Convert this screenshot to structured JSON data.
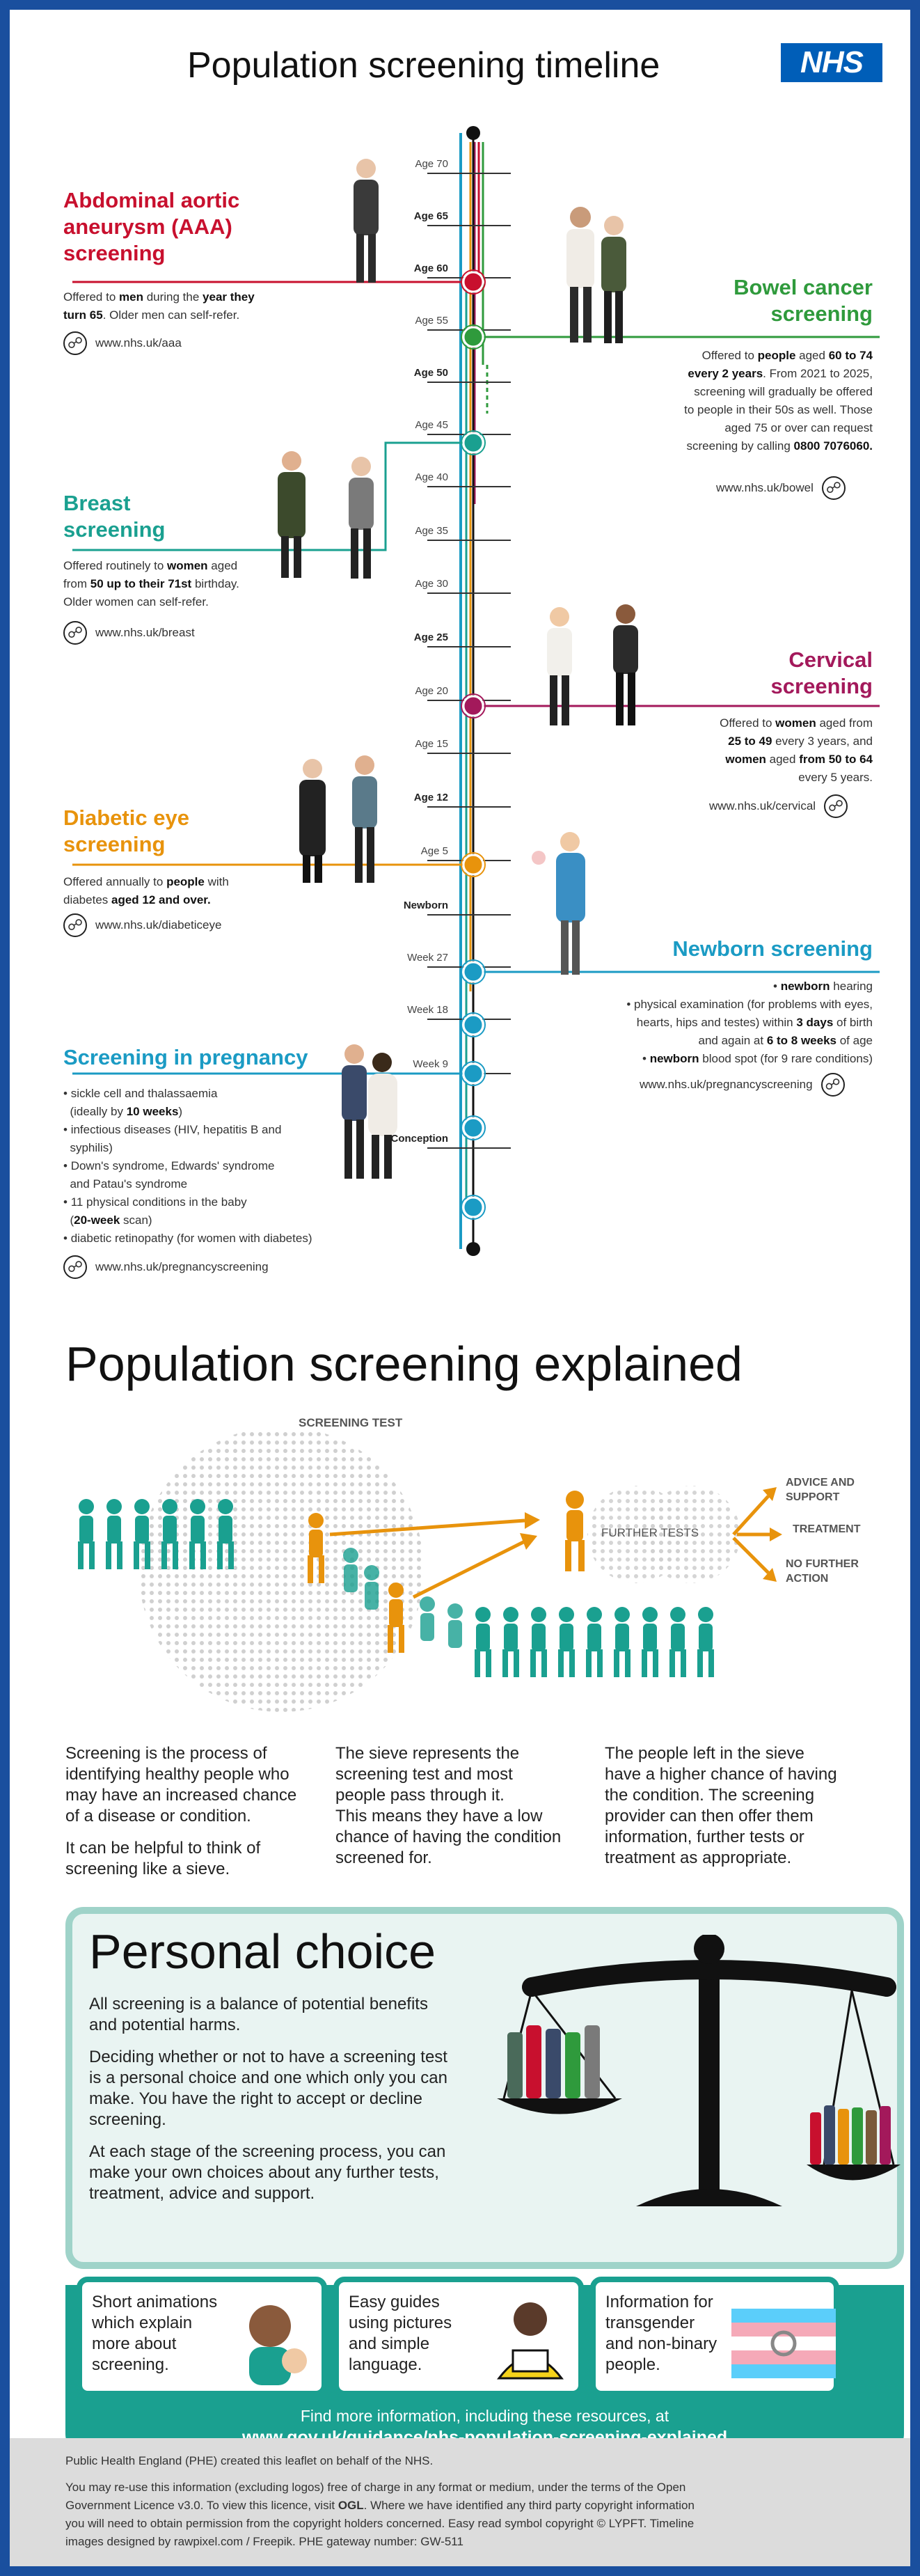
{
  "header": {
    "title": "Population screening timeline",
    "logo": "NHS"
  },
  "timeline": {
    "ages": [
      {
        "label": "Age 70",
        "bold": false
      },
      {
        "label": "Age 65",
        "bold": true
      },
      {
        "label": "Age 60",
        "bold": true
      },
      {
        "label": "Age 55",
        "bold": false
      },
      {
        "label": "Age 50",
        "bold": true
      },
      {
        "label": "Age 45",
        "bold": false
      },
      {
        "label": "Age 40",
        "bold": false
      },
      {
        "label": "Age 35",
        "bold": false
      },
      {
        "label": "Age 30",
        "bold": false
      },
      {
        "label": "Age 25",
        "bold": true
      },
      {
        "label": "Age 20",
        "bold": false
      },
      {
        "label": "Age 15",
        "bold": false
      },
      {
        "label": "Age 12",
        "bold": true
      },
      {
        "label": "Age 5",
        "bold": false
      },
      {
        "label": "Newborn",
        "bold": true
      },
      {
        "label": "Week 27",
        "bold": false
      },
      {
        "label": "Week 18",
        "bold": false
      },
      {
        "label": "Week 9",
        "bold": false
      },
      {
        "label": "Conception",
        "bold": true
      }
    ]
  },
  "aaa": {
    "title1": "Abdominal aortic",
    "title2": "aneurysm (AAA)",
    "title3": "screening",
    "t1": "Offered to ",
    "b1": "men",
    "t2": " during the ",
    "b2": "year they",
    "b3": "turn 65",
    "t3": ". Older men can self-refer.",
    "web": "www.nhs.uk/aaa",
    "color": "#c8102e"
  },
  "bowel": {
    "title1": "Bowel cancer",
    "title2": "screening",
    "t1": "Offered to ",
    "b1": "people",
    "t2": " aged ",
    "b2": "60 to 74",
    "b3": "every 2 years",
    "t3": ". From 2021 to 2025,",
    "l3": "screening will gradually be offered",
    "l4": "to people in their 50s as well. Those",
    "l5": "aged 75 or over can request",
    "l6a": "screening by calling ",
    "b4": "0800 7076060.",
    "web": "www.nhs.uk/bowel",
    "color": "#2f9a3c"
  },
  "breast": {
    "title1": "Breast",
    "title2": "screening",
    "t1": "Offered routinely to ",
    "b1": "women",
    "t2": " aged",
    "t3": "from ",
    "b2": "50 up to their 71st",
    "t4": " birthday.",
    "t5": "Older women can self-refer.",
    "web": "www.nhs.uk/breast",
    "color": "#1aa090"
  },
  "cervical": {
    "title1": "Cervical",
    "title2": "screening",
    "t1": "Offered to ",
    "b1": "women",
    "t2": " aged from",
    "b2": "25 to 49",
    "t3": " every 3 years, and",
    "b3": "women",
    "t4": " aged ",
    "b4": "from 50 to 64",
    "t5": "every 5 years.",
    "web": "www.nhs.uk/cervical",
    "color": "#a3195b"
  },
  "diabetic": {
    "title1": "Diabetic eye",
    "title2": "screening",
    "t1": "Offered annually to ",
    "b1": "people",
    "t2": " with",
    "t3": "diabetes ",
    "b2": "aged 12 and over.",
    "web": "www.nhs.uk/diabeticeye",
    "color": "#e8930c"
  },
  "newborn": {
    "title": "Newborn screening",
    "items": [
      [
        "",
        "newborn",
        " hearing"
      ],
      [
        "physical examination (for problems with eyes,",
        "",
        ""
      ],
      [
        "hearts, hips and testes) within ",
        "3 days",
        " of birth"
      ],
      [
        "and again at ",
        "6 to 8 weeks",
        " of age"
      ],
      [
        "",
        "newborn",
        " blood spot (for 9 rare conditions)"
      ]
    ],
    "web": "www.nhs.uk/pregnancyscreening",
    "color": "#1b9bc4"
  },
  "pregnancy": {
    "title": "Screening in pregnancy",
    "l1": "sickle cell and thalassaemia",
    "l2a": "(ideally by ",
    "l2b": "10 weeks",
    "l2c": ")",
    "l3": "infectious diseases (HIV, hepatitis B and",
    "l4": "syphilis)",
    "l5": "Down's syndrome, Edwards' syndrome",
    "l6": "and Patau's syndrome",
    "l7": "11 physical conditions in the baby",
    "l8a": "(",
    "l8b": "20-week",
    "l8c": " scan)",
    "l9": "diabetic retinopathy (for women with diabetes)",
    "web": "www.nhs.uk/pregnancyscreening",
    "color": "#1b9bc4"
  },
  "explained": {
    "title": "Population screening explained",
    "screening_test": "SCREENING TEST",
    "further_tests": "FURTHER TESTS",
    "out1a": "ADVICE AND",
    "out1b": "SUPPORT",
    "out2": "TREATMENT",
    "out3a": "NO FURTHER",
    "out3b": "ACTION",
    "p1": [
      "Screening is the process of",
      "identifying healthy people who",
      "may have an increased chance",
      "of a disease or condition."
    ],
    "p1b": [
      "It can be helpful to think of",
      "screening like a sieve."
    ],
    "p2": [
      "The sieve represents the",
      "screening test and most",
      "people pass through it.",
      "This means they have a low",
      "chance of having the condition",
      "screened for."
    ],
    "p3": [
      "The people left in the sieve",
      "have a higher chance of having",
      "the condition. The screening",
      "provider can then offer them",
      "information, further tests or",
      "treatment as appropriate."
    ]
  },
  "choice": {
    "title": "Personal choice",
    "p1": [
      "All screening is a balance of potential benefits",
      "and potential harms."
    ],
    "p2": [
      "Deciding whether or not to have a screening test",
      "is a personal choice and one which only you can",
      "make. You have the right to accept or decline",
      "screening."
    ],
    "p3": [
      "At each stage of the screening process, you can",
      "make your own choices about any further tests,",
      "treatment, advice and support."
    ]
  },
  "resources": {
    "card1": [
      "Short animations",
      "which explain",
      "more about",
      "screening."
    ],
    "card2": [
      "Easy guides",
      "using pictures",
      "and simple",
      "language."
    ],
    "card3": [
      "Information for",
      "transgender",
      "and non-binary",
      "people."
    ],
    "more": "Find more information, including these resources, at",
    "url": "www.gov.uk/guidance/nhs-population-screening-explained"
  },
  "footer": {
    "l1": "Public Health England (PHE) created this leaflet on behalf of the NHS.",
    "l2": "You may re-use this information (excluding logos) free of charge in any format or medium, under the terms of the Open",
    "l3a": "Government Licence v3.0. To view this licence, visit ",
    "l3b": "OGL",
    "l3c": ". Where we have identified any third party copyright information",
    "l4": "you will need to obtain permission from the copyright holders concerned. Easy read symbol copyright © LYPFT. Timeline",
    "l5": "images designed by rawpixel.com / Freepik. PHE gateway number: GW-511"
  }
}
